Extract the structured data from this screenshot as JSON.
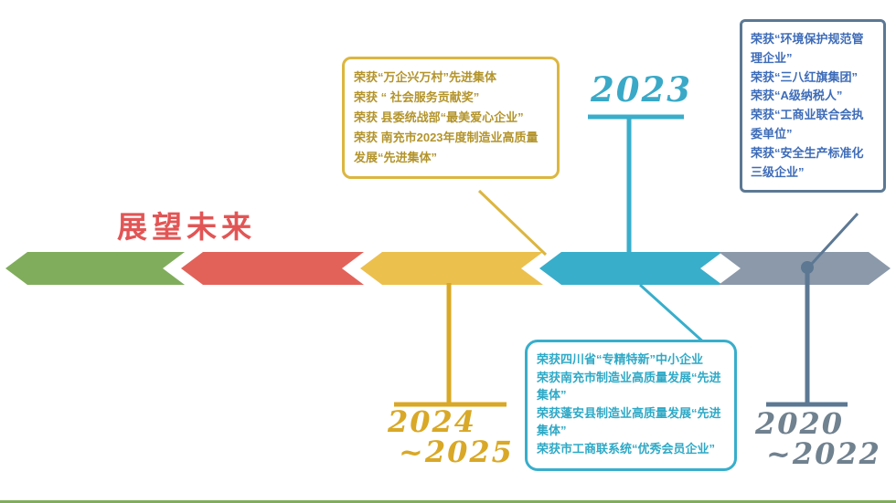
{
  "slide": {
    "title": "展望未来"
  },
  "timeline": {
    "segments": [
      {
        "id": "green",
        "color": "#80ad5c",
        "direction": "left"
      },
      {
        "id": "red",
        "color": "#e2625a",
        "direction": "left"
      },
      {
        "id": "yellow",
        "color": "#ecc04d",
        "direction": "left"
      },
      {
        "id": "teal",
        "color": "#38aecb",
        "direction": "left"
      },
      {
        "id": "gray",
        "color": "#8b99aa",
        "direction": "right"
      }
    ]
  },
  "years": {
    "y2023": {
      "label": "2023",
      "color": "#3aa9c7"
    },
    "y2024_2025": {
      "line1": "2024",
      "line2": "~2025",
      "color": "#d9a826"
    },
    "y2020_2022": {
      "line1": "2020",
      "line2": "~2022",
      "color": "#70818f"
    }
  },
  "callouts": {
    "yellow": {
      "border_color": "#dcb63f",
      "text_color": "#b3942c",
      "lines": [
        "荣获“万企兴万村”先进集体",
        "荣获 “ 社会服务贡献奖”",
        "荣获 县委统战部“最美爱心企业”",
        "荣获 南充市2023年度制造业高质量发展“先进集体”"
      ]
    },
    "blue": {
      "border_color": "#5c7893",
      "text_color": "#3e6cb8",
      "lines": [
        "荣获“环境保护规范管理企业”",
        "荣获“三八红旗集团”",
        "荣获“A级纳税人”",
        "荣获“工商业联合会执委单位”",
        "荣获“安全生产标准化三级企业”"
      ]
    },
    "teal": {
      "border_color": "#38aecb",
      "text_color": "#2fa9c6",
      "lines": [
        "荣获四川省“专精特新”中小企业",
        "荣获南充市制造业高质量发展“先进集体”",
        "荣获蓬安县制造业高质量发展“先进集体”",
        "荣获市工商联系统“优秀会员企业”"
      ]
    }
  }
}
